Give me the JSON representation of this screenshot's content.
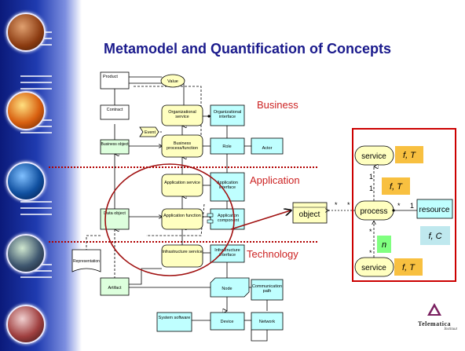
{
  "slide": {
    "title": "Metamodel and Quantification of Concepts",
    "layers": {
      "business": "Business",
      "application": "Application",
      "technology": "Technology"
    }
  },
  "metamodel": {
    "product": "Product",
    "value": "Value",
    "contract": "Contract",
    "org_service": "Organizational service",
    "org_interface": "Organizational interface",
    "event": "Event",
    "business_object": "Business object",
    "business_process": "Business process/function",
    "role": "Role",
    "actor": "Actor",
    "app_service": "Application service",
    "app_interface": "Application interface",
    "data_object": "Data object",
    "app_function": "Application function",
    "app_component": "Application component",
    "representation": "Representation",
    "infra_service": "Infrastructure service",
    "infra_interface": "Infrastructure interface",
    "artifact": "Artifact",
    "node": "Node",
    "comm_path": "Communication path",
    "system_software": "System software",
    "device": "Device",
    "network": "Network"
  },
  "quantification": {
    "object": "object",
    "process": "process",
    "resource": "resource",
    "service_top": "service",
    "service_bottom": "service",
    "ft_top": "f, T",
    "ft_mid": "f, T",
    "ft_bottom": "f, T",
    "fc": "f, C",
    "n": "n",
    "mult_1a": "1",
    "mult_1b": "1",
    "mult_1c": "1",
    "mult_star_a": "*",
    "mult_star_b": "*",
    "mult_star_c": "*",
    "mult_star_d": "*",
    "mult_star_e": "*"
  },
  "logo": {
    "name": "Telematica",
    "sub": "Instituut"
  },
  "colors": {
    "title": "#1a1a8c",
    "layer_label": "#cc2222",
    "behaviour_fill": "#ffffc0",
    "structure_fill": "#bfffff",
    "object_fill": "#ddffdd",
    "annotation_fill": "#f8c040",
    "n_fill": "#80ff80",
    "fc_fill": "#bfe8ee",
    "highlight": "#a01010"
  }
}
